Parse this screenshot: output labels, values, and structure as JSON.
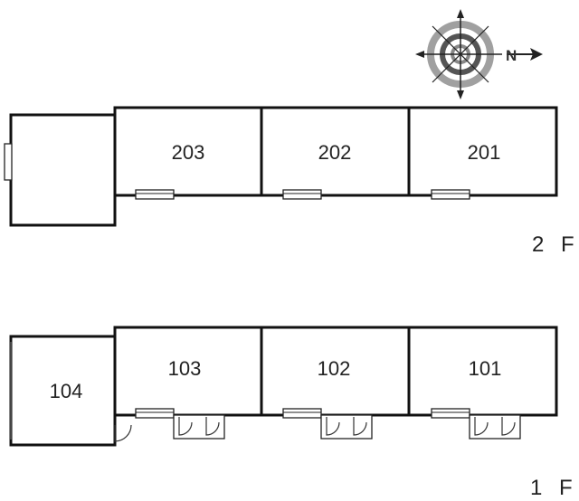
{
  "compass": {
    "north_letter": "N"
  },
  "floors": {
    "second": {
      "label": "2 F",
      "rooms": [
        "203",
        "202",
        "201"
      ]
    },
    "first": {
      "label": "1 F",
      "rooms": [
        "104",
        "103",
        "102",
        "101"
      ]
    }
  },
  "colors": {
    "line": "#111111",
    "compass_ring": "#9a9a9a",
    "background": "#ffffff"
  }
}
